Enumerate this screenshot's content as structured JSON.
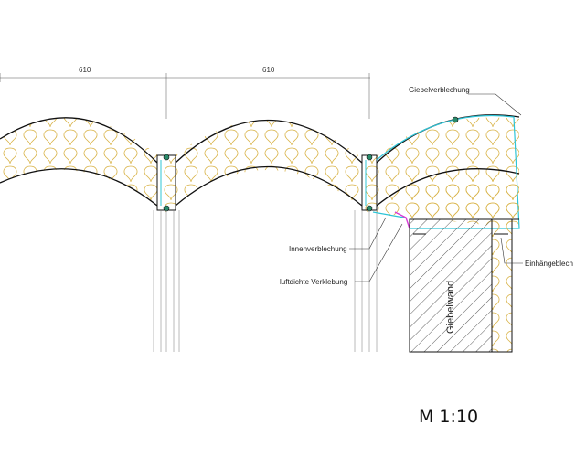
{
  "dimensions": [
    "610",
    "610"
  ],
  "labels": {
    "giebelverblechung": "Giebelverblechung",
    "innenverblechung": "Innenverblechung",
    "verklebung": "luftdichte Verklebung",
    "einhaengeblech": "Einhängeblech",
    "giebelwand": "Giebelwand"
  },
  "scale": "M 1:10",
  "colors": {
    "insulation": "#d9b44a",
    "outline": "#111111",
    "flashing": "#2ec4d6",
    "seal": "#d63bd6"
  }
}
